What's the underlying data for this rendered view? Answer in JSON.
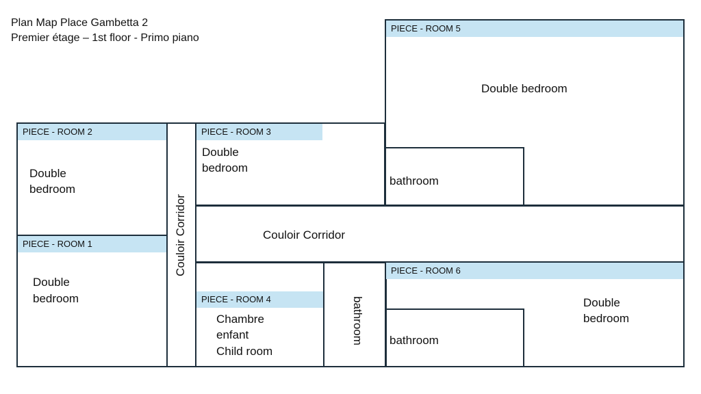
{
  "title": {
    "line1": "Plan Map Place Gambetta 2",
    "line2": "Premier étage – 1st floor - Primo piano"
  },
  "colors": {
    "header_fill": "#c6e4f3",
    "wall": "#1d2e3b"
  },
  "rooms": {
    "room1": {
      "header": "PIECE - ROOM 1",
      "line1": "Double",
      "line2": "bedroom"
    },
    "room2": {
      "header": "PIECE - ROOM 2",
      "line1": "Double",
      "line2": "bedroom"
    },
    "room3": {
      "header": "PIECE - ROOM 3",
      "line1": "Double",
      "line2": "bedroom"
    },
    "room4": {
      "header": "PIECE - ROOM 4",
      "line1": "Chambre",
      "line2": "enfant",
      "line3": "Child room"
    },
    "room5": {
      "header": "PIECE - ROOM 5",
      "line1": "Double bedroom"
    },
    "room6": {
      "header": "PIECE - ROOM 6",
      "line1": "Double",
      "line2": "bedroom"
    }
  },
  "corridors": {
    "vertical": "Couloir Corridor",
    "horizontal": "Couloir Corridor"
  },
  "bathrooms": {
    "room3_bath": "bathroom",
    "room4_bath": "bathroom",
    "room6_bath": "bathroom"
  }
}
